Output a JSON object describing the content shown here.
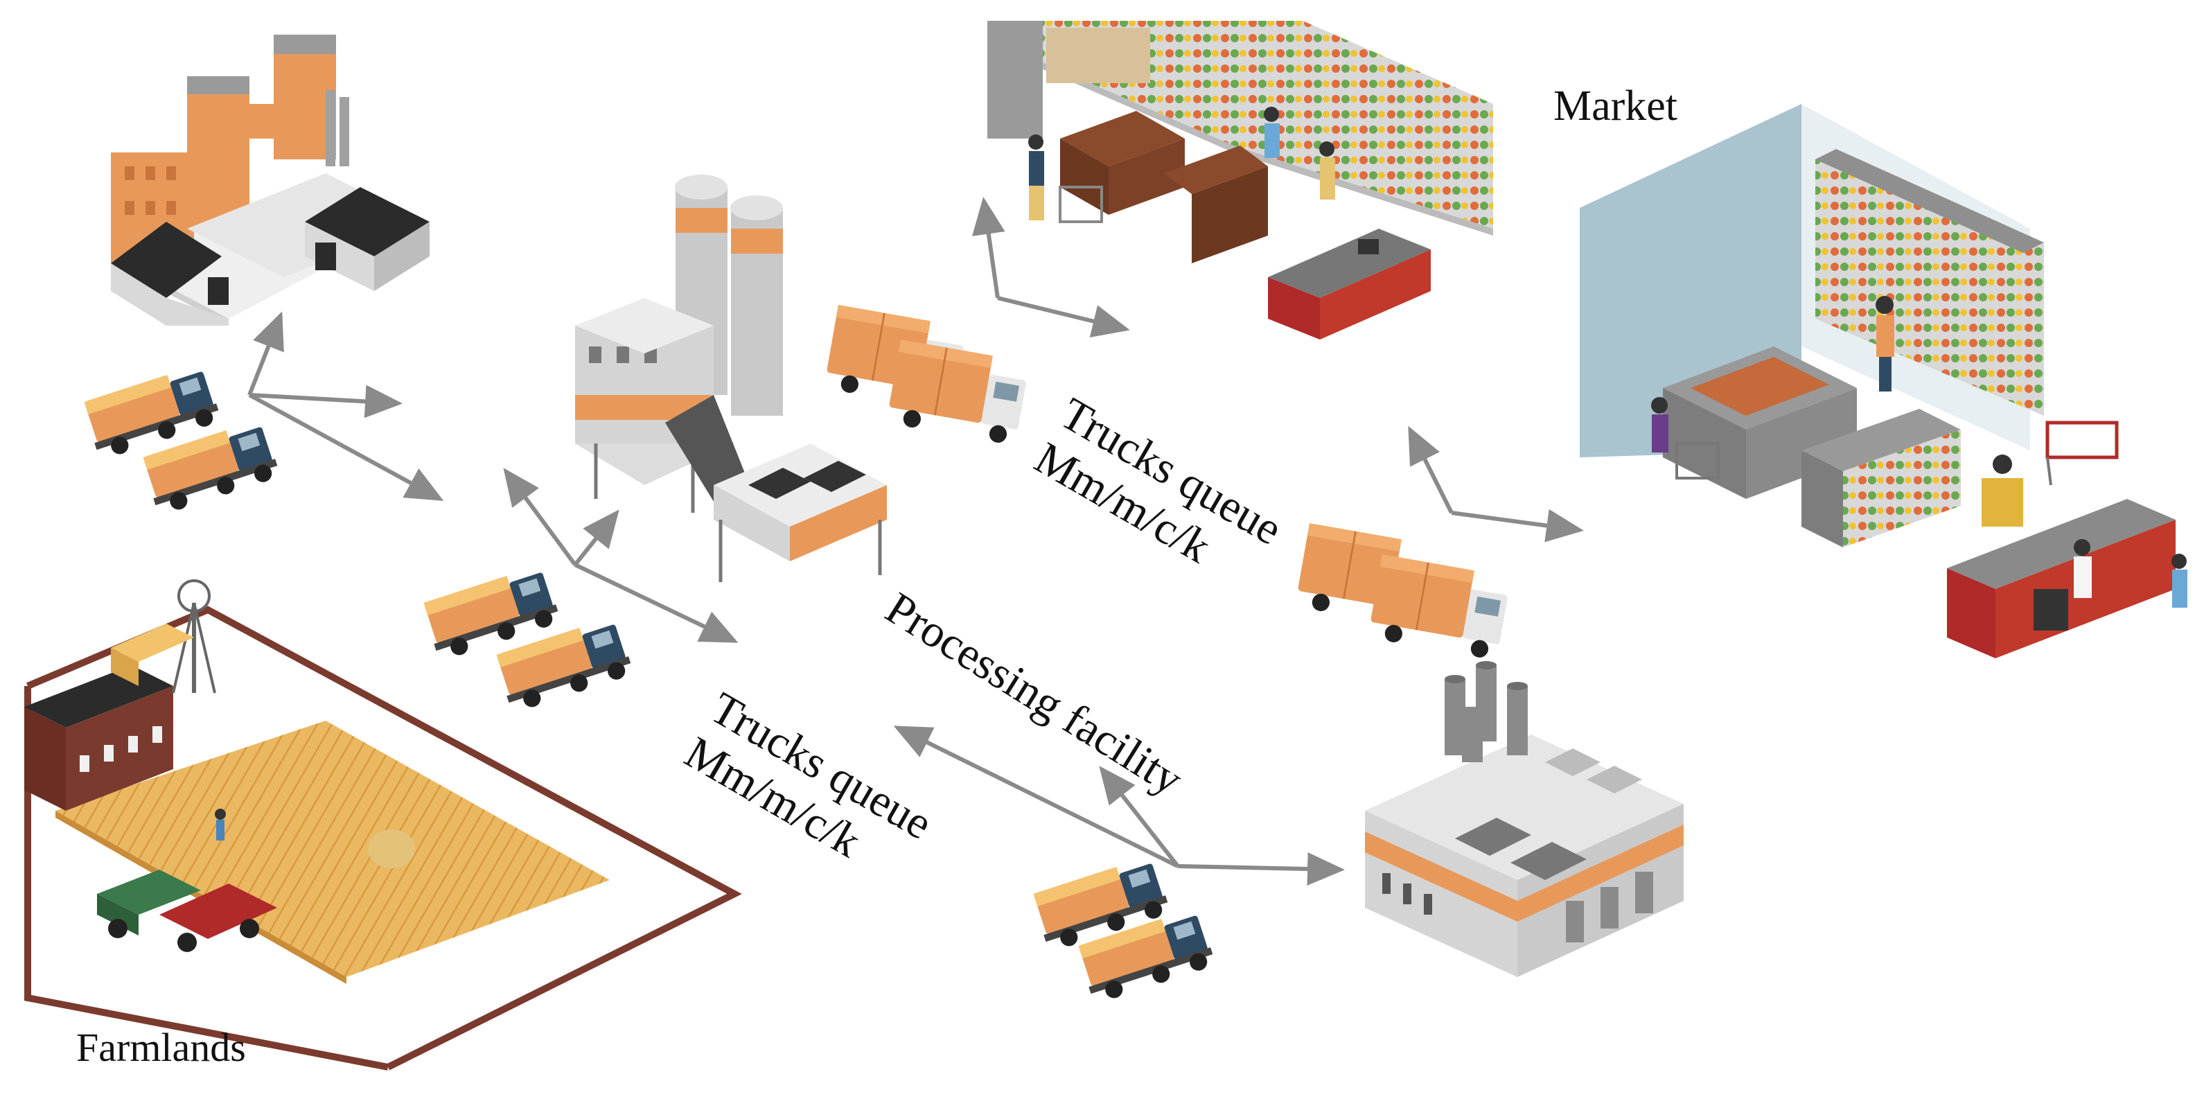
{
  "labels": {
    "market": "Market",
    "farmlands": "Farmlands",
    "processing_facility": "Processing facility",
    "trucks_queue_upper": {
      "line1": "Trucks queue",
      "line2": "Mm/m/c/k"
    },
    "trucks_queue_lower": {
      "line1": "Trucks queue",
      "line2": "Mm/m/c/k"
    }
  },
  "colors": {
    "arrow": "#8a8a8a",
    "orange": "#e8995a",
    "dark_orange": "#c9743a",
    "grey_wall": "#d9d9d9",
    "dark_roof": "#2b2b2b",
    "truck_cab": "#2f4a63",
    "wheat": "#e9b45a",
    "fence": "#7a3b2e",
    "shelf_red": "#c0392b",
    "glass": "#a9c3cf"
  }
}
